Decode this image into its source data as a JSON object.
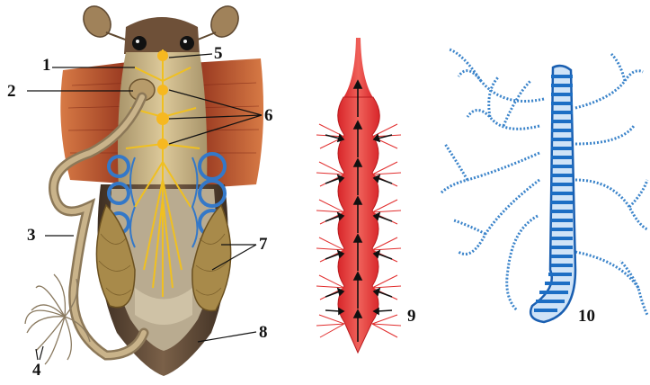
{
  "labels": {
    "l1": "1",
    "l2": "2",
    "l3": "3",
    "l4": "4",
    "l5": "5",
    "l6": "6",
    "l7": "7",
    "l8": "8",
    "l9": "9",
    "l10": "10"
  },
  "colors": {
    "muscle": "#b5502e",
    "heart": "#e63a3a",
    "trachea": "#1a6fc1",
    "nerve": "#f0c020",
    "body": "#c9b27a",
    "shell": "#5a4a3a"
  },
  "icons": {
    "insect": "insect-anatomy-illustration",
    "heart": "dorsal-vessel-illustration",
    "trachea": "trachea-illustration"
  }
}
